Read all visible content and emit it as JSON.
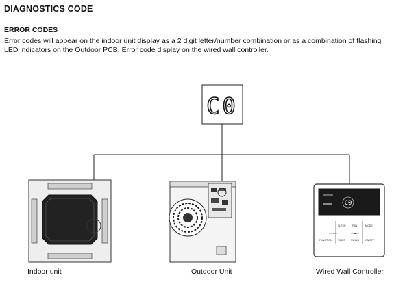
{
  "header": {
    "title": "DIAGNOSTICS CODE",
    "subtitle": "ERROR CODES",
    "description": "Error codes will appear on the indoor unit display as a 2 digit letter/number combination or as a combination of flashing LED indicators on the Outdoor PCB. Error code display on the wired wall controller."
  },
  "display": {
    "code": "C0"
  },
  "controller": {
    "screen_code": "C0",
    "labels": [
      "SLEEP",
      "FAN",
      "MODE",
      "TIMER",
      "FUNCTION",
      "SWING",
      "ON/OFF"
    ]
  },
  "units": {
    "indoor_label": "Indoor unit",
    "outdoor_label": "Outdoor Unit",
    "controller_label": "Wired Wall Controller"
  }
}
